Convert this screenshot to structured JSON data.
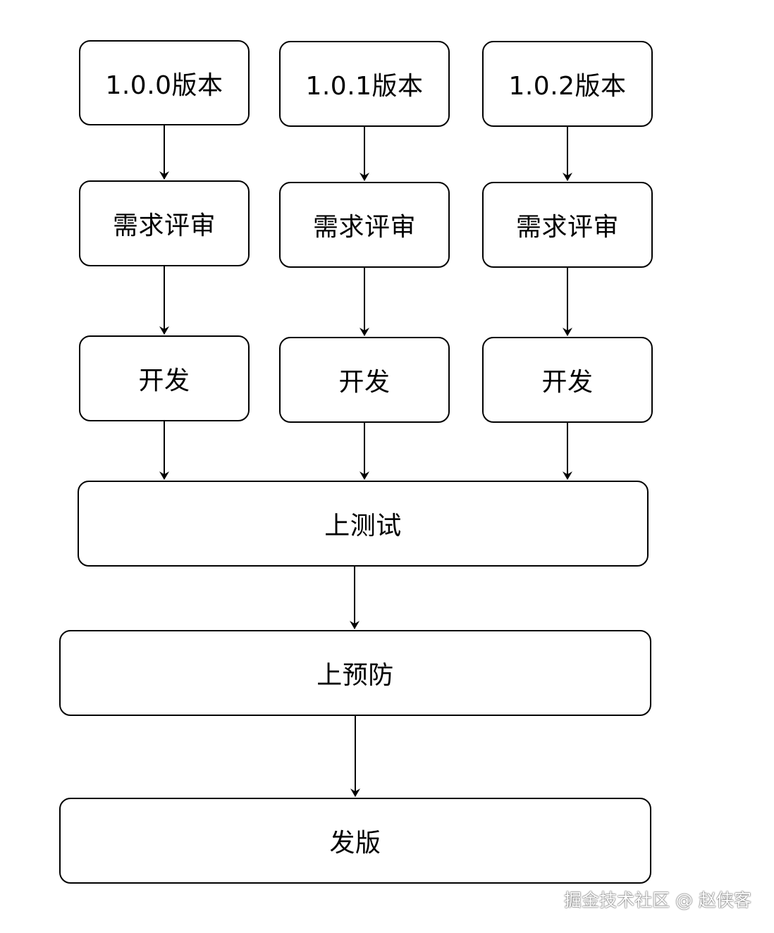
{
  "nodes": {
    "v100": "1.0.0版本",
    "v101": "1.0.1版本",
    "v102": "1.0.2版本",
    "review1": "需求评审",
    "review2": "需求评审",
    "review3": "需求评审",
    "dev1": "开发",
    "dev2": "开发",
    "dev3": "开发",
    "test": "上测试",
    "preprod": "上预防",
    "release": "发版"
  },
  "edges": [
    [
      "v100",
      "review1"
    ],
    [
      "v101",
      "review2"
    ],
    [
      "v102",
      "review3"
    ],
    [
      "review1",
      "dev1"
    ],
    [
      "review2",
      "dev2"
    ],
    [
      "review3",
      "dev3"
    ],
    [
      "dev1",
      "test"
    ],
    [
      "dev2",
      "test"
    ],
    [
      "dev3",
      "test"
    ],
    [
      "test",
      "preprod"
    ],
    [
      "preprod",
      "release"
    ]
  ],
  "watermark": "掘金技术社区 @ 赵侠客"
}
